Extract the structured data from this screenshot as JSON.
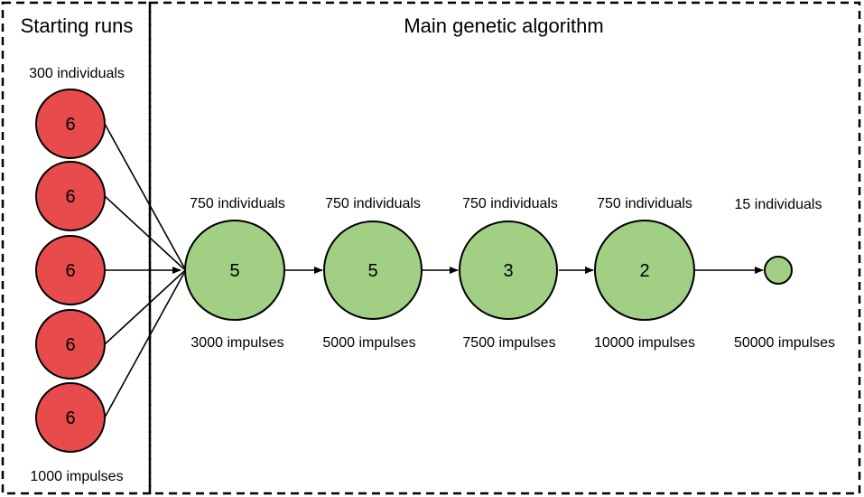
{
  "panels": {
    "left_title": "Starting runs",
    "main_title": "Main genetic algorithm"
  },
  "starting_runs": {
    "top_caption": "300 individuals",
    "bottom_caption": "1000 impulses",
    "nodes": [
      {
        "label": "6"
      },
      {
        "label": "6"
      },
      {
        "label": "6"
      },
      {
        "label": "6"
      },
      {
        "label": "6"
      }
    ]
  },
  "stages": [
    {
      "label": "5",
      "individuals": "750 individuals",
      "impulses": "3000 impulses"
    },
    {
      "label": "5",
      "individuals": "750 individuals",
      "impulses": "5000 impulses"
    },
    {
      "label": "3",
      "individuals": "750 individuals",
      "impulses": "7500 impulses"
    },
    {
      "label": "2",
      "individuals": "750 individuals",
      "impulses": "10000 impulses"
    },
    {
      "label": "",
      "individuals": "15 individuals",
      "impulses": "50000 impulses"
    }
  ],
  "colors": {
    "red_node": "#e84b4b",
    "green_node": "#a1cf83",
    "stroke": "#000000"
  }
}
